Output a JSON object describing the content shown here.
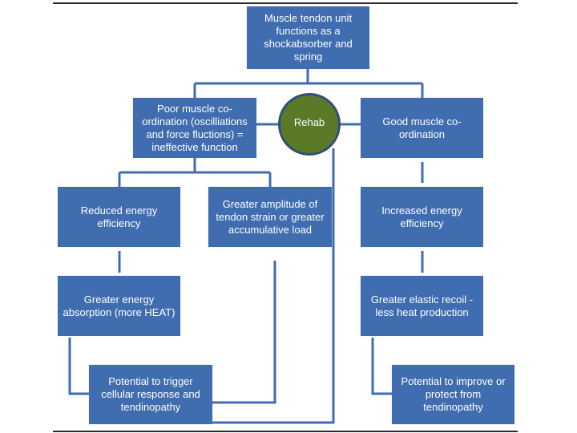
{
  "diagram": {
    "colors": {
      "box_fill": "#3f6db0",
      "box_text": "#ffffff",
      "connector": "#3f6db0",
      "rehab_fill": "#5a7a28",
      "rehab_border": "#2f4f7a",
      "rule": "#2b2b2b"
    },
    "nodes": {
      "root": "Muscle tendon unit functions as a shockabsorber and spring",
      "poor": "Poor muscle co-ordination (oscilliations and force fluctions) = ineffective function",
      "rehab": "Rehab",
      "good": "Good muscle co-ordination",
      "reduced": "Reduced energy efficiency",
      "amplitude": "Greater amplitude of tendon strain or greater accumulative load",
      "increased": "Increased energy efficiency",
      "absorption": "Greater energy absorption (more HEAT)",
      "recoil": "Greater elastic recoil - less heat production",
      "trigger": "Potential to trigger cellular response and tendinopathy",
      "protect": "Potential  to improve or protect from tendinopathy"
    },
    "edges": [
      [
        "root",
        "poor"
      ],
      [
        "root",
        "good"
      ],
      [
        "poor",
        "rehab"
      ],
      [
        "rehab",
        "good"
      ],
      [
        "poor",
        "reduced"
      ],
      [
        "poor",
        "amplitude"
      ],
      [
        "reduced",
        "absorption"
      ],
      [
        "absorption",
        "trigger"
      ],
      [
        "amplitude",
        "trigger"
      ],
      [
        "rehab",
        "trigger"
      ],
      [
        "good",
        "increased"
      ],
      [
        "increased",
        "recoil"
      ],
      [
        "recoil",
        "protect"
      ]
    ]
  }
}
